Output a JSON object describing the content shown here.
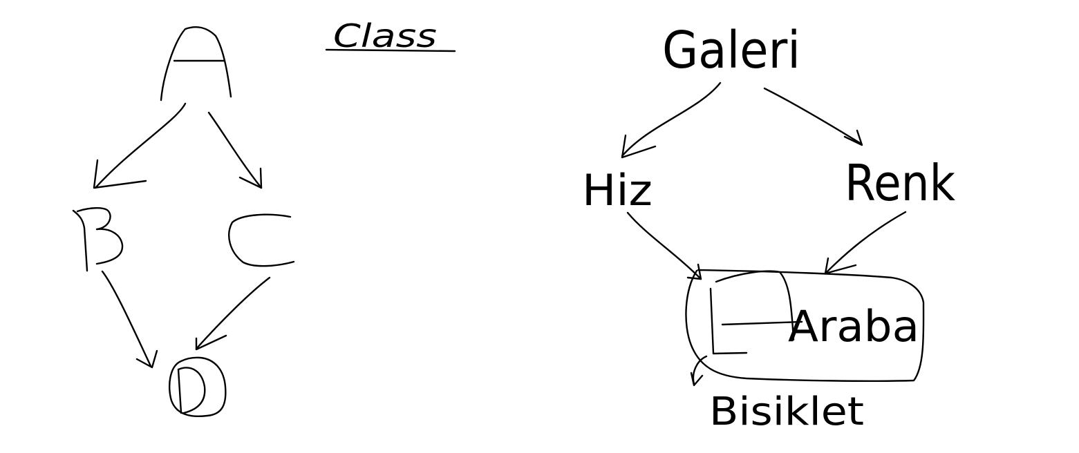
{
  "diagram": {
    "title": "Class",
    "left_graph": {
      "nodes": [
        "A",
        "B",
        "C",
        "D"
      ],
      "edges": [
        [
          "A",
          "B"
        ],
        [
          "A",
          "C"
        ],
        [
          "B",
          "D"
        ],
        [
          "C",
          "D"
        ]
      ]
    },
    "right_graph": {
      "nodes": [
        "Galeri",
        "Hiz",
        "Renk",
        "Araba",
        "Bisiklet"
      ],
      "edges": [
        [
          "Galeri",
          "Hiz"
        ],
        [
          "Galeri",
          "Renk"
        ],
        [
          "Hiz",
          "Araba"
        ],
        [
          "Renk",
          "Araba"
        ],
        [
          "Araba",
          "Bisiklet"
        ]
      ]
    }
  },
  "colors": {
    "ink": "#000000",
    "background": "#ffffff"
  }
}
